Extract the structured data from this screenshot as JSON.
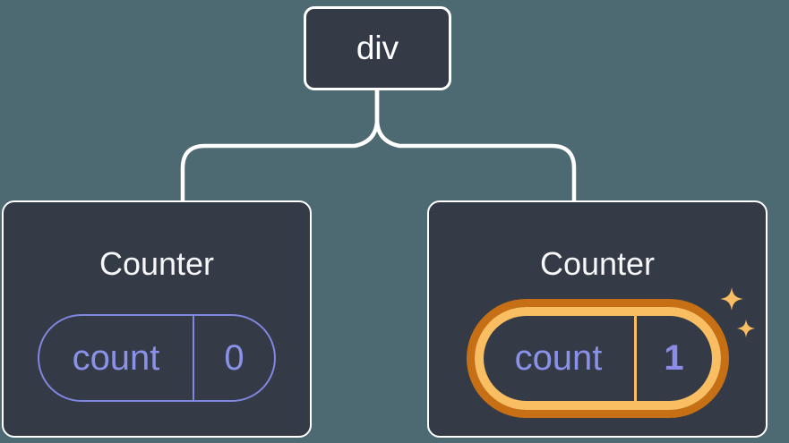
{
  "tree": {
    "root": {
      "label": "div"
    },
    "children": [
      {
        "title": "Counter",
        "state": {
          "key": "count",
          "value": "0"
        },
        "highlighted": false
      },
      {
        "title": "Counter",
        "state": {
          "key": "count",
          "value": "1"
        },
        "highlighted": true
      }
    ]
  },
  "icons": {
    "highlight": "sparkle-icon"
  },
  "colors": {
    "background": "#4d6971",
    "card_fill": "#343a46",
    "card_border": "#ffffff",
    "connector_line": "#ffffff",
    "state_text_purple": "#8a91e8",
    "state_border_purple": "#8087e0",
    "highlight_value_purple": "#8b8ce8",
    "highlight_orange_light": "#f9bd62",
    "highlight_orange_dark": "#c76f15",
    "title_text": "#f6f7f9"
  }
}
